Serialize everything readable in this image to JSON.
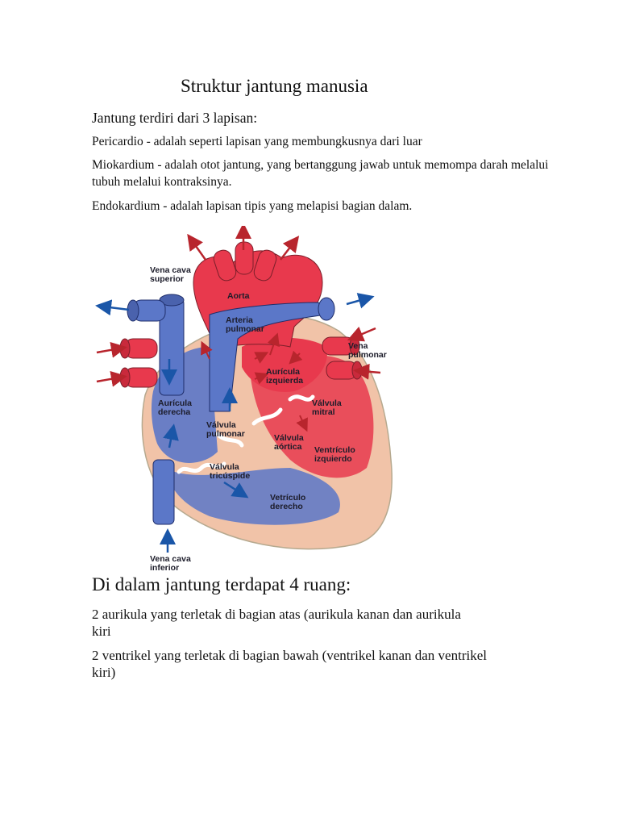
{
  "title": "Struktur jantung manusia",
  "intro": "Jantung terdiri dari 3 lapisan:",
  "layers": {
    "pericardio": "Pericardio - adalah seperti lapisan yang membungkusnya dari luar",
    "miokardium_1": "Miokardium - adalah otot jantung, yang bertanggung jawab untuk memompa darah melalui",
    "miokardium_2": "tubuh melalui kontraksinya.",
    "endokardium": "Endokardium - adalah lapisan tipis yang melapisi bagian dalam."
  },
  "diagram": {
    "labels": {
      "vena_cava_superior_1": "Vena cava",
      "vena_cava_superior_2": "superior",
      "aorta": "Aorta",
      "arteria_pulmonar_1": "Arteria",
      "arteria_pulmonar_2": "pulmonar",
      "vena_pulmonar_1": "Vena",
      "vena_pulmonar_2": "pulmonar",
      "auricula_izquierda_1": "Aurícula",
      "auricula_izquierda_2": "izquierda",
      "auricula_derecha_1": "Aurícula",
      "auricula_derecha_2": "derecha",
      "valvula_mitral_1": "Válvula",
      "valvula_mitral_2": "mitral",
      "valvula_pulmonar_1": "Válvula",
      "valvula_pulmonar_2": "pulmonar",
      "valvula_aortica_1": "Válvula",
      "valvula_aortica_2": "aórtica",
      "ventriculo_izquierdo_1": "Ventrículo",
      "ventriculo_izquierdo_2": "izquierdo",
      "valvula_tricuspide_1": "Válvula",
      "valvula_tricuspide_2": "tricúspide",
      "ventriculo_derecho_1": "Vetrículo",
      "ventriculo_derecho_2": "derecho",
      "vena_cava_inferior_1": "Vena cava",
      "vena_cava_inferior_2": "inferior"
    },
    "colors": {
      "oxygenated": "#e8394d",
      "deoxygenated": "#5b77c8",
      "wall": "#f1c3a8",
      "arrow_red": "#b8252d",
      "arrow_blue": "#1a56a8"
    }
  },
  "chambers": {
    "heading": "Di dalam jantung terdapat 4 ruang:",
    "aurikula_1": "2 aurikula yang terletak di bagian atas (aurikula kanan dan aurikula",
    "aurikula_2": "kiri",
    "ventrikel_1": "2 ventrikel yang terletak di bagian bawah (ventrikel kanan dan ventrikel",
    "ventrikel_2": "kiri)"
  }
}
